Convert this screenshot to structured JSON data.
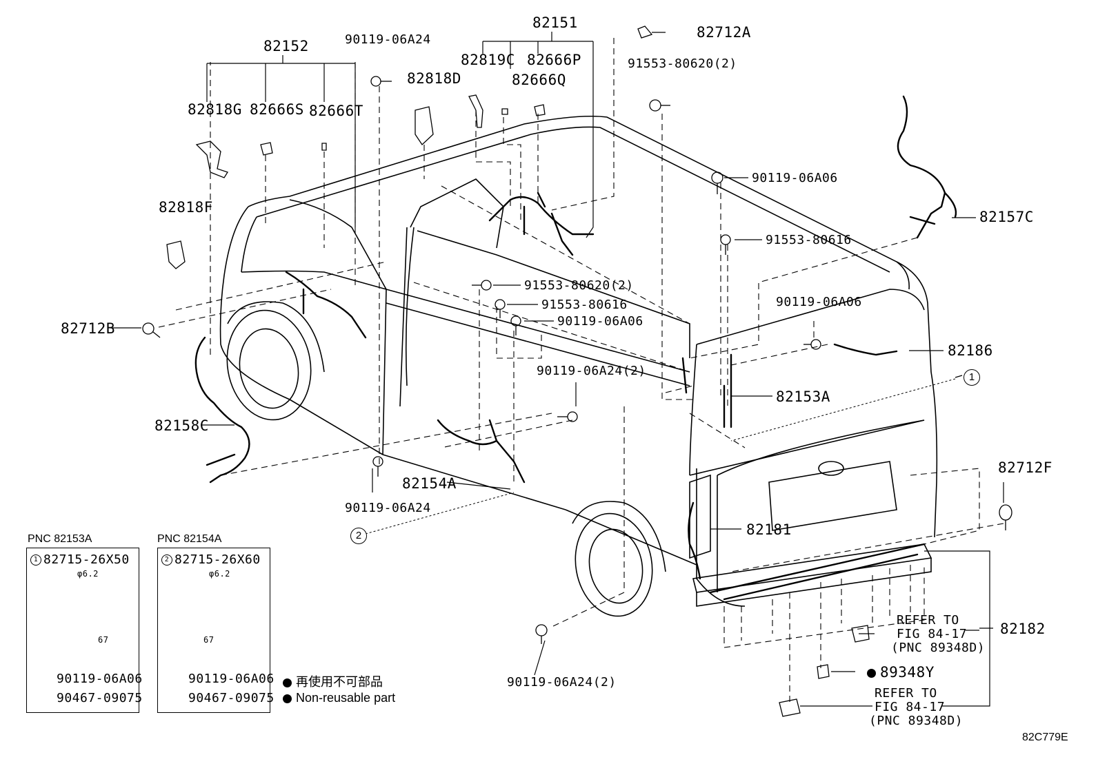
{
  "labels": {
    "p82151": "82151",
    "p82152": "82152",
    "p9011906A24_top": "90119-06A24",
    "p82712A": "82712A",
    "p82819C": "82819C",
    "p82666P": "82666P",
    "p82818D": "82818D",
    "p82666Q": "82666Q",
    "p9155380620_top": "91553-80620(2)",
    "p82818G": "82818G",
    "p82666S": "82666S",
    "p82666T": "82666T",
    "p9011906A06_a": "90119-06A06",
    "p82157C": "82157C",
    "p82818F": "82818F",
    "p9155380616_a": "91553-80616",
    "p9155380620_mid": "91553-80620(2)",
    "p9155380616_b": "91553-80616",
    "p9011906A06_b": "90119-06A06",
    "p9011906A06_c": "90119-06A06",
    "p82712B": "82712B",
    "p82186": "82186",
    "p9011906A24_2_mid": "90119-06A24(2)",
    "p82153A": "82153A",
    "p82158C": "82158C",
    "p82712F": "82712F",
    "p82154A": "82154A",
    "p9011906A24_low": "90119-06A24",
    "p82181": "82181",
    "p82182": "82182",
    "p9011906A24_2_low": "90119-06A24(2)",
    "p89348Y": "89348Y",
    "refer_to_1": "REFER TO",
    "fig_1": "FIG 84-17",
    "pnc_1": "(PNC 89348D)",
    "refer_to_2": "REFER TO",
    "fig_2": "FIG 84-17",
    "pnc_2": "(PNC 89348D)",
    "circle_1": "1",
    "circle_2": "2"
  },
  "box1": {
    "title": "PNC 82153A",
    "circle": "1",
    "part": "82715-26X50",
    "dia": "φ6.2",
    "dim": "67",
    "bolt": "90119-06A06",
    "clip": "90467-09075"
  },
  "box2": {
    "title": "PNC 82154A",
    "circle": "2",
    "part": "82715-26X60",
    "dia": "φ6.2",
    "dim": "67",
    "bolt": "90119-06A06",
    "clip": "90467-09075"
  },
  "legend": {
    "jp": "再使用不可部品",
    "en": "Non-reusable part"
  },
  "figure_code": "82C779E",
  "colors": {
    "line": "#000000",
    "background": "#ffffff"
  }
}
